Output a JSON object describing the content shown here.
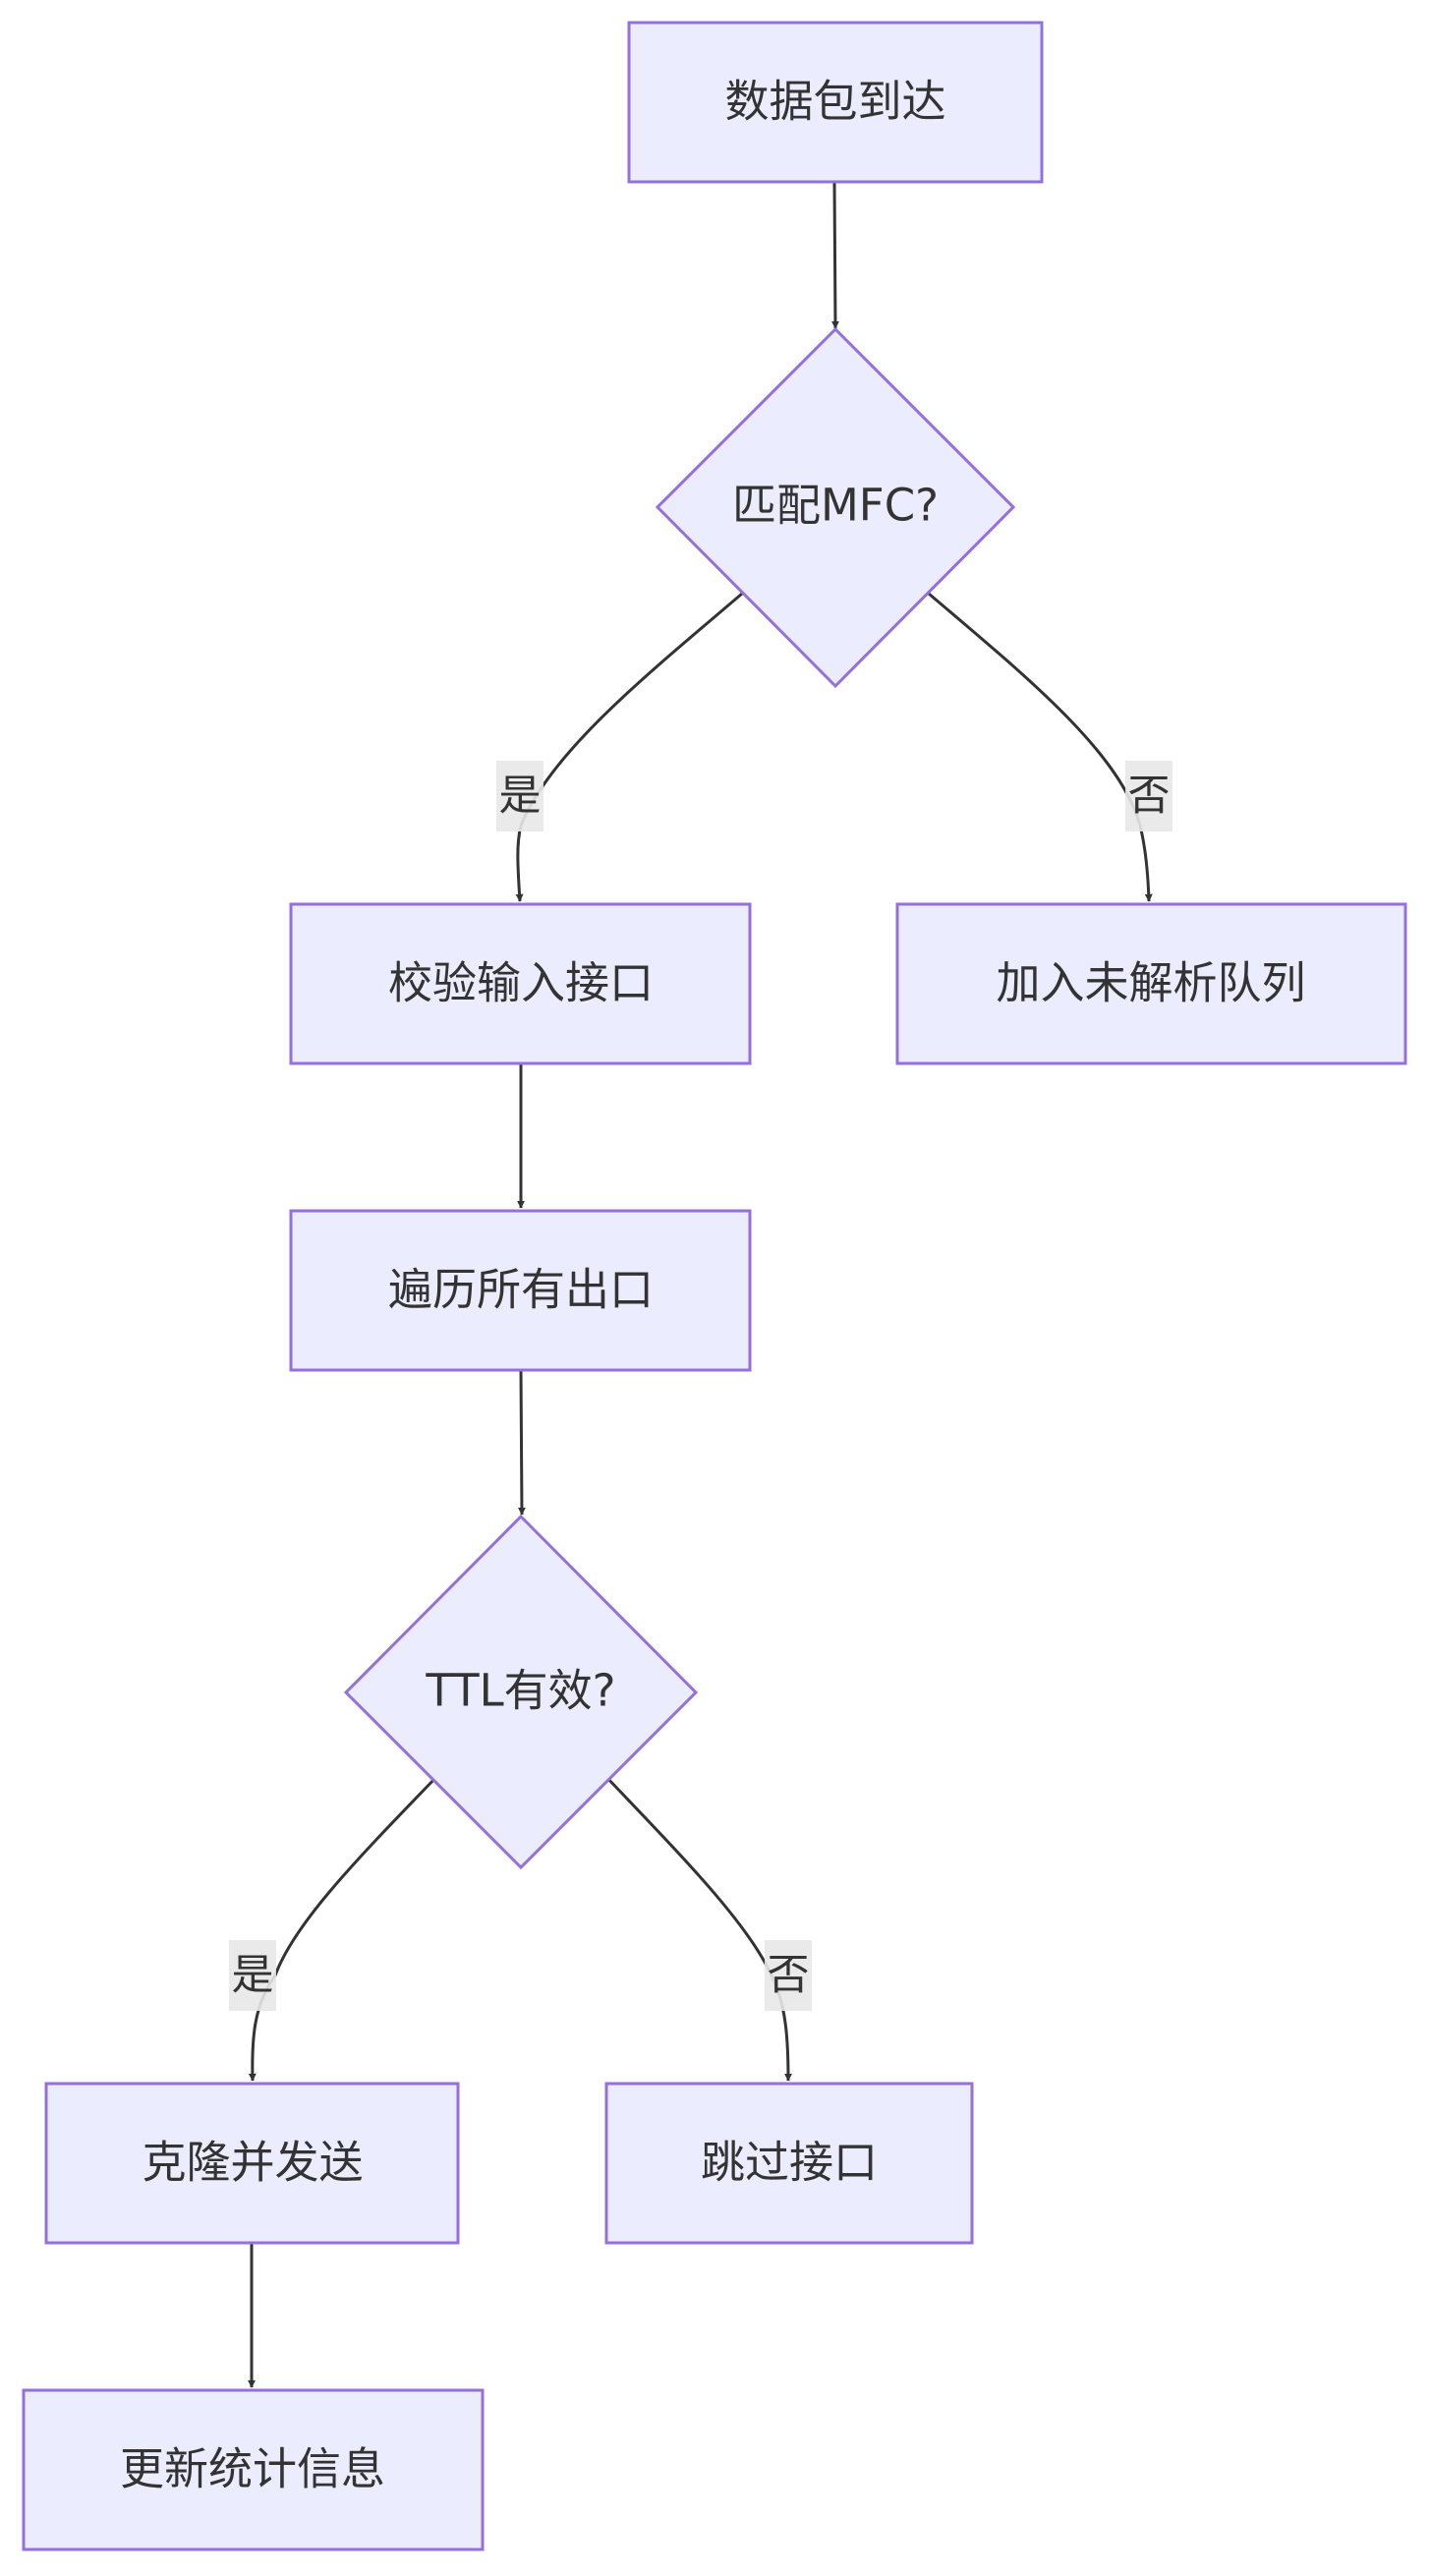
{
  "nodes": {
    "packet_arrives": "数据包到达",
    "match_mfc": "匹配MFC?",
    "verify_input": "校验输入接口",
    "add_unresolved": "加入未解析队列",
    "iterate_outputs": "遍历所有出口",
    "ttl_valid": "TTL有效?",
    "clone_send": "克隆并发送",
    "skip_interface": "跳过接口",
    "update_stats": "更新统计信息"
  },
  "edge_labels": {
    "match_yes": "是",
    "match_no": "否",
    "ttl_yes": "是",
    "ttl_no": "否"
  },
  "colors": {
    "node_fill": "#ececff",
    "node_stroke": "#9370db",
    "edge": "#333333",
    "label_bg": "#e8e8e8",
    "text": "#333333"
  }
}
